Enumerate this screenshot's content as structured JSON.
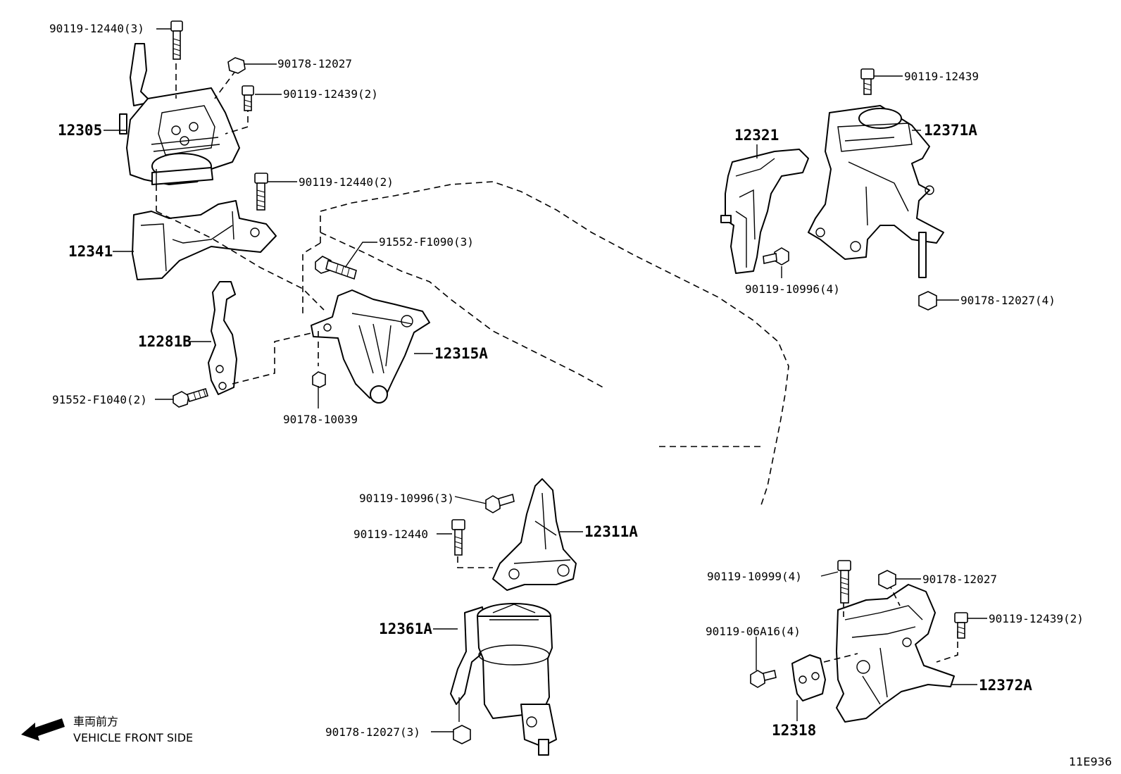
{
  "labels": {
    "l_90119_12440_3": "90119-12440(3)",
    "l_90178_12027_a": "90178-12027",
    "l_90119_12439_2a": "90119-12439(2)",
    "l_12305": "12305",
    "l_90119_12440_2": "90119-12440(2)",
    "l_12341": "12341",
    "l_91552_f1090_3": "91552-F1090(3)",
    "l_12281b": "12281B",
    "l_12315a": "12315A",
    "l_91552_f1040_2": "91552-F1040(2)",
    "l_90178_10039": "90178-10039",
    "l_90119_12439": "90119-12439",
    "l_12321": "12321",
    "l_12371a": "12371A",
    "l_90119_10996_4": "90119-10996(4)",
    "l_90178_12027_4": "90178-12027(4)",
    "l_90119_10996_3": "90119-10996(3)",
    "l_90119_12440": "90119-12440",
    "l_12311a": "12311A",
    "l_12361a": "12361A",
    "l_90178_12027_3": "90178-12027(3)",
    "l_90119_10999_4": "90119-10999(4)",
    "l_90178_12027_b": "90178-12027",
    "l_90119_12439_2b": "90119-12439(2)",
    "l_90119_06a16_4": "90119-06A16(4)",
    "l_12372a": "12372A",
    "l_12318": "12318"
  },
  "footer": {
    "front_jp": "車両前方",
    "front_en": "VEHICLE FRONT SIDE",
    "diagram_code": "11E936"
  }
}
